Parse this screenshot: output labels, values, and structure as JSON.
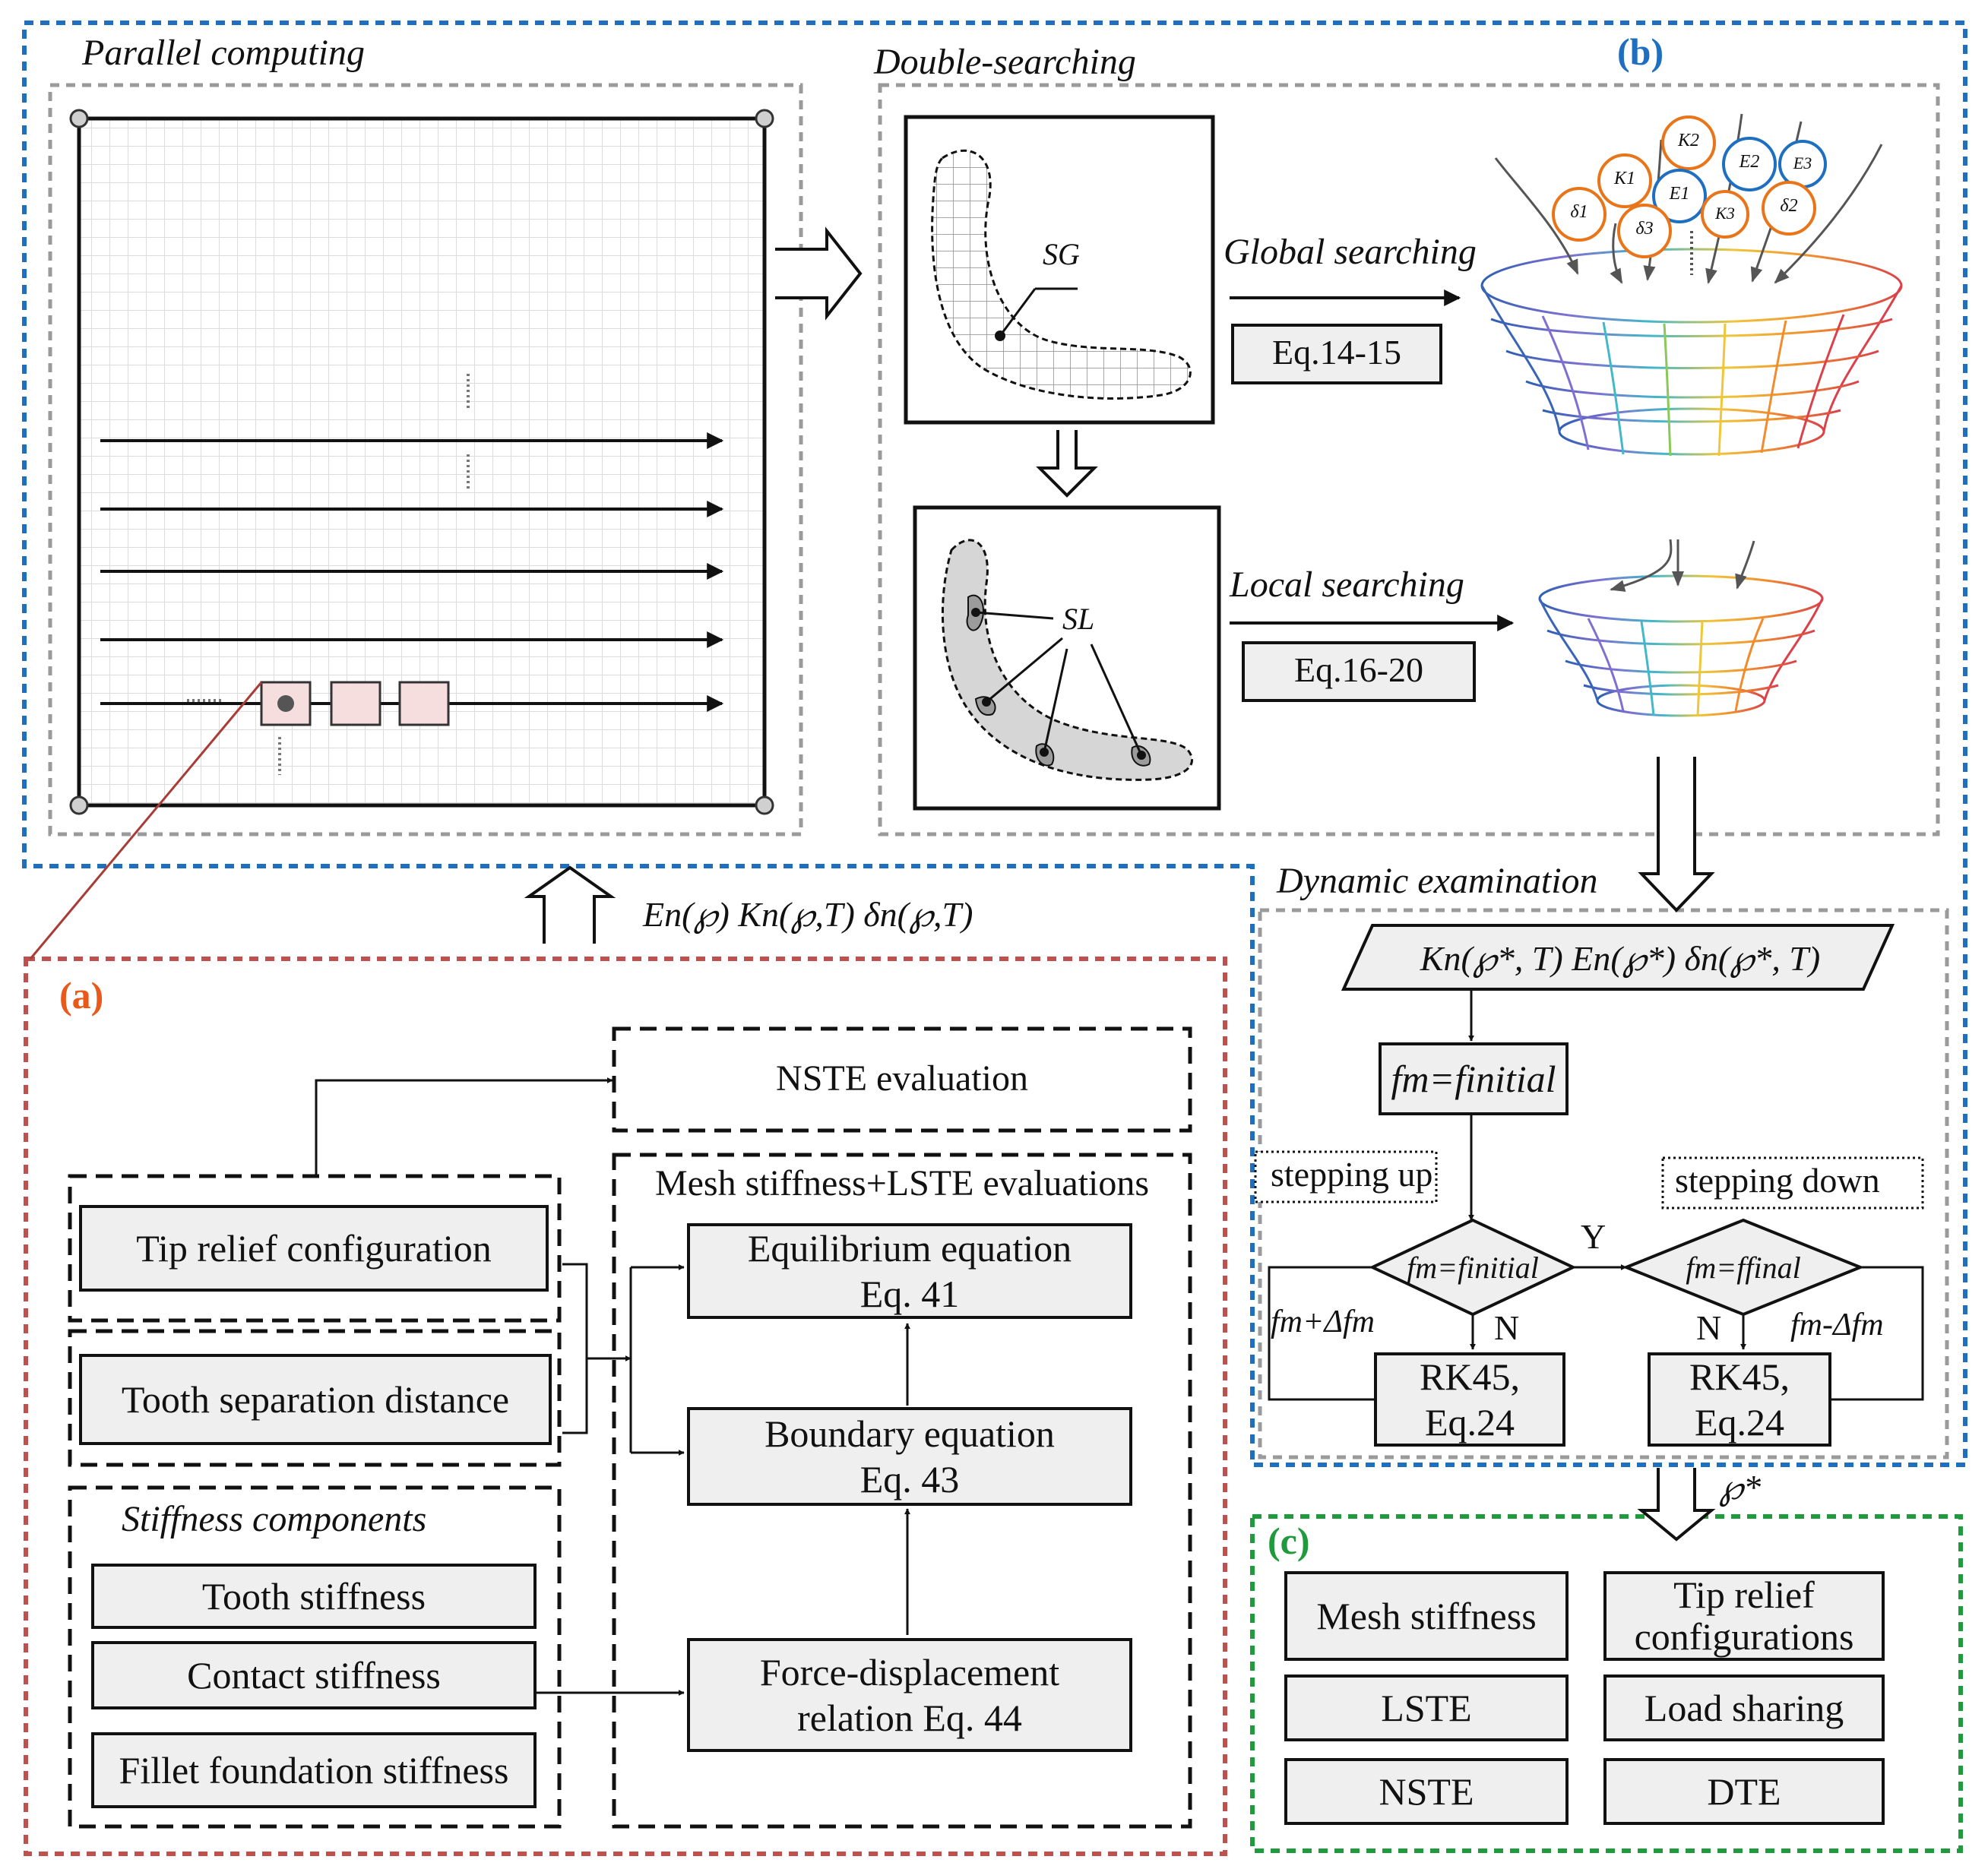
{
  "panels": {
    "a": "(a)",
    "b": "(b)",
    "c": "(c)"
  },
  "sections": {
    "parallel_computing": "Parallel computing",
    "double_searching": "Double-searching",
    "dynamic_examination": "Dynamic examination",
    "stiffness_components": "Stiffness components"
  },
  "search": {
    "global_label": "Global searching",
    "global_eq": "Eq.14-15",
    "local_label": "Local searching",
    "local_eq": "Eq.16-20",
    "sg": "SG",
    "sl": "SL",
    "params": [
      "δ1",
      "K1",
      "K2",
      "E1",
      "δ3",
      "K3",
      "E2",
      "E3",
      "δ2"
    ]
  },
  "inputs_line": "En(℘)  Kn(℘,T)  δn(℘,T)",
  "optimal_line": "Kn(℘*, T)  En(℘*)  δn(℘*, T)",
  "optimal_symbol": "℘*",
  "panel_a": {
    "nste_eval": "NSTE evaluation",
    "mesh_eval": "Mesh stiffness+LSTE evaluations",
    "tip_relief": "Tip relief configuration",
    "tooth_sep": "Tooth separation distance",
    "tooth_stiff": "Tooth stiffness",
    "contact_stiff": "Contact stiffness",
    "fillet_stiff": "Fillet foundation stiffness",
    "equilibrium": [
      "Equilibrium equation",
      "Eq. 41"
    ],
    "boundary": [
      "Boundary equation",
      "Eq. 43"
    ],
    "force_disp": [
      "Force-displacement",
      "relation Eq. 44"
    ]
  },
  "flow": {
    "init": "fm=finitial",
    "step_up": "stepping up",
    "step_down": "stepping down",
    "cond1": "fm=finitial",
    "cond2": "fm=ffinal",
    "yes": "Y",
    "no1": "N",
    "no2": "N",
    "inc": "fm+Δfm",
    "dec": "fm-Δfm",
    "rk1": [
      "RK45,",
      "Eq.24"
    ],
    "rk2": [
      "RK45,",
      "Eq.24"
    ]
  },
  "panel_c": {
    "items": [
      "Mesh stiffness",
      "Tip relief configurations",
      "LSTE",
      "Load sharing",
      "NSTE",
      "DTE"
    ]
  },
  "colors": {
    "panel_a_border": "#c0504d",
    "panel_b_border": "#1e6fc0",
    "panel_c_border": "#1f9b3d",
    "section_border": "#9a9a9a",
    "box_fill": "#efefef",
    "region_fill": "#d6d6d6",
    "cell_fill": "#f6dede"
  }
}
